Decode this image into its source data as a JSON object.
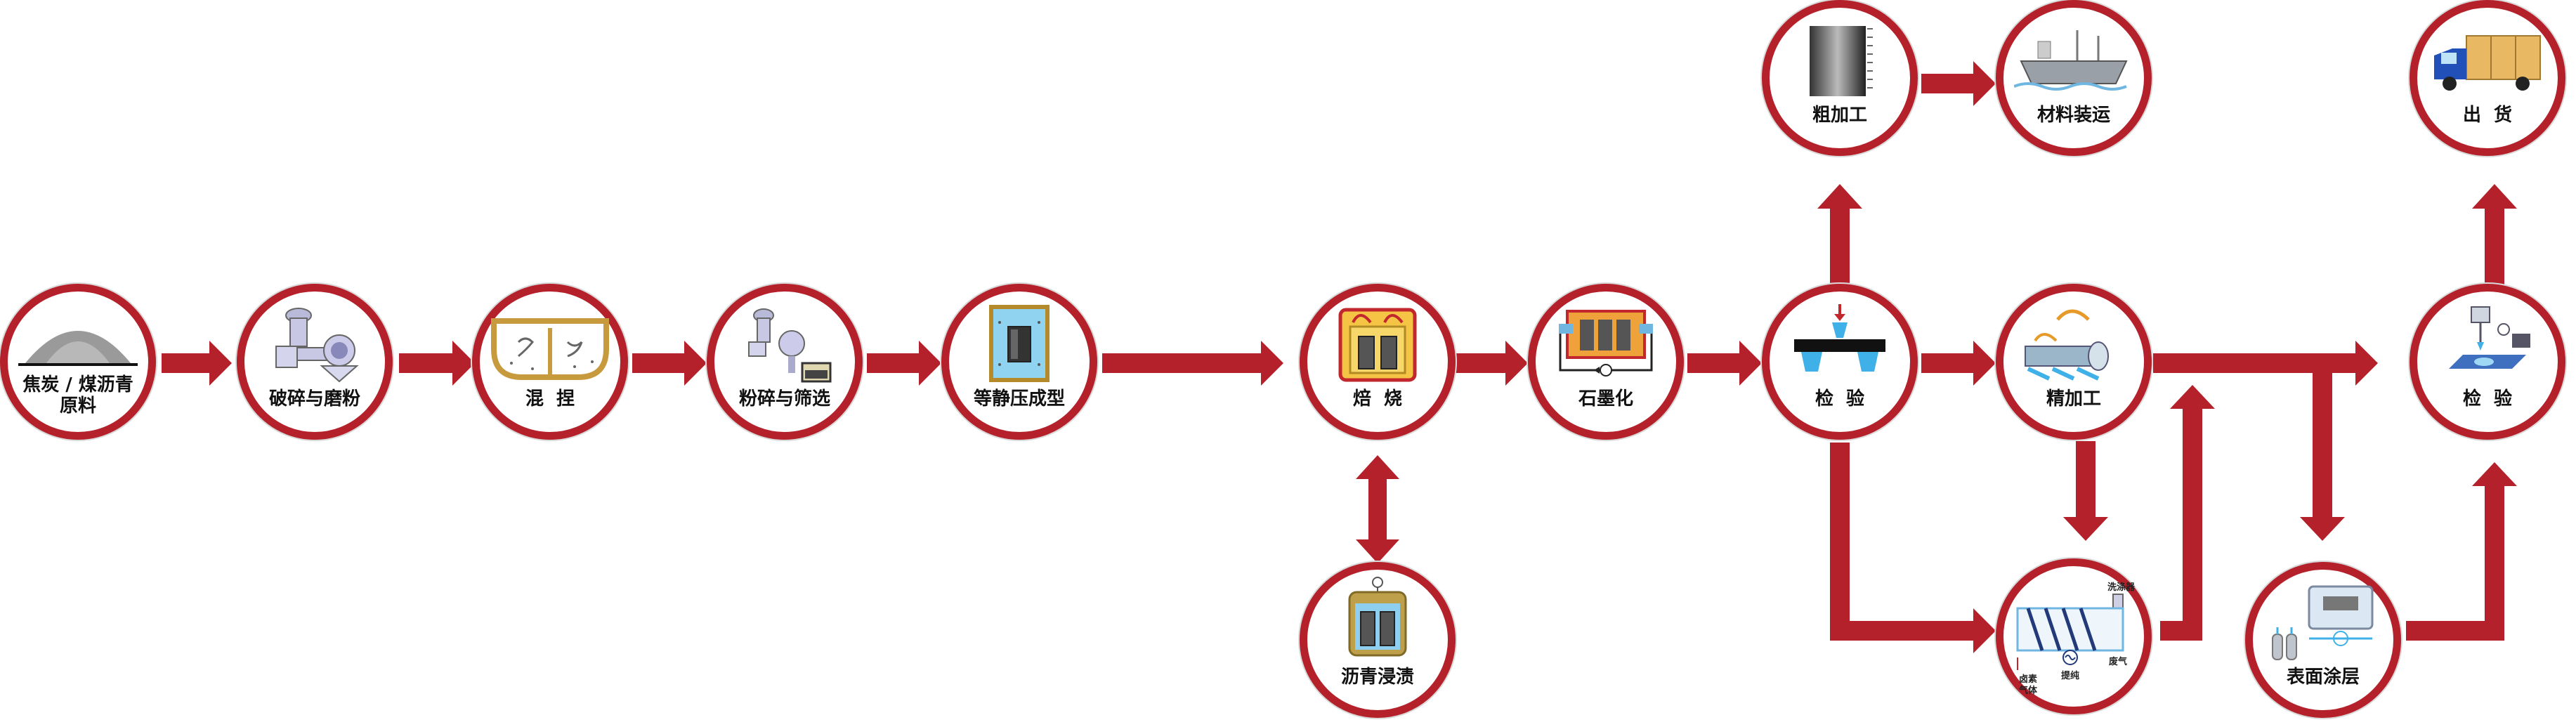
{
  "diagram": {
    "nodes": {
      "raw": "焦炭 / 煤沥青\n原料",
      "crush_grind": "破碎与磨粉",
      "knead": "混  捏",
      "crush_sieve": "粉碎与筛选",
      "isostatic": "等静压成型",
      "bake": "焙  烧",
      "impregnate": "沥青浸渍",
      "graphitize": "石墨化",
      "inspect1": "检  验",
      "rough": "粗加工",
      "ship_material": "材料装运",
      "finish": "精加工",
      "purify": "",
      "coating": "表面涂层",
      "inspect2": "检  验",
      "deliver": "出  货"
    },
    "purify_labels": {
      "washer": "洗涤器",
      "halogen_gas": "卤素\n气体",
      "exhaust": "废气",
      "purify": "提纯"
    }
  },
  "colors": {
    "accent": "#b5212a",
    "ring_shadow": "#d9d9d9"
  }
}
